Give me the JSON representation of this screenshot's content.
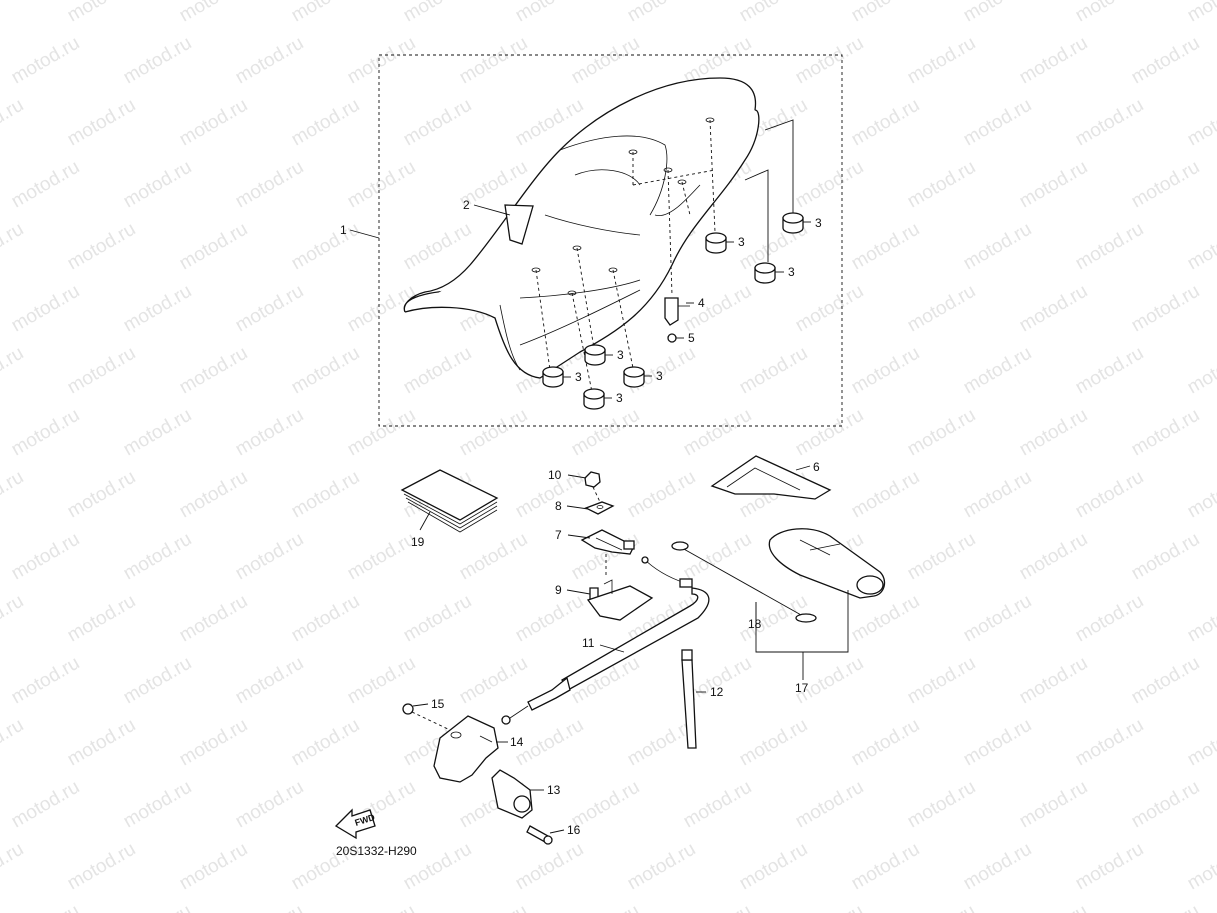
{
  "watermark": "motod.ru",
  "diagram_code": "20S1332-H290",
  "fwd_label": "FWD",
  "callouts": {
    "c1": "1",
    "c2": "2",
    "c3a": "3",
    "c3b": "3",
    "c3c": "3",
    "c3d": "3",
    "c3e": "3",
    "c3f": "3",
    "c3g": "3",
    "c4": "4",
    "c5": "5",
    "c6": "6",
    "c7": "7",
    "c8": "8",
    "c9": "9",
    "c10": "10",
    "c11": "11",
    "c12": "12",
    "c13": "13",
    "c14": "14",
    "c15": "15",
    "c16": "16",
    "c17": "17",
    "c18": "18",
    "c19": "19"
  }
}
